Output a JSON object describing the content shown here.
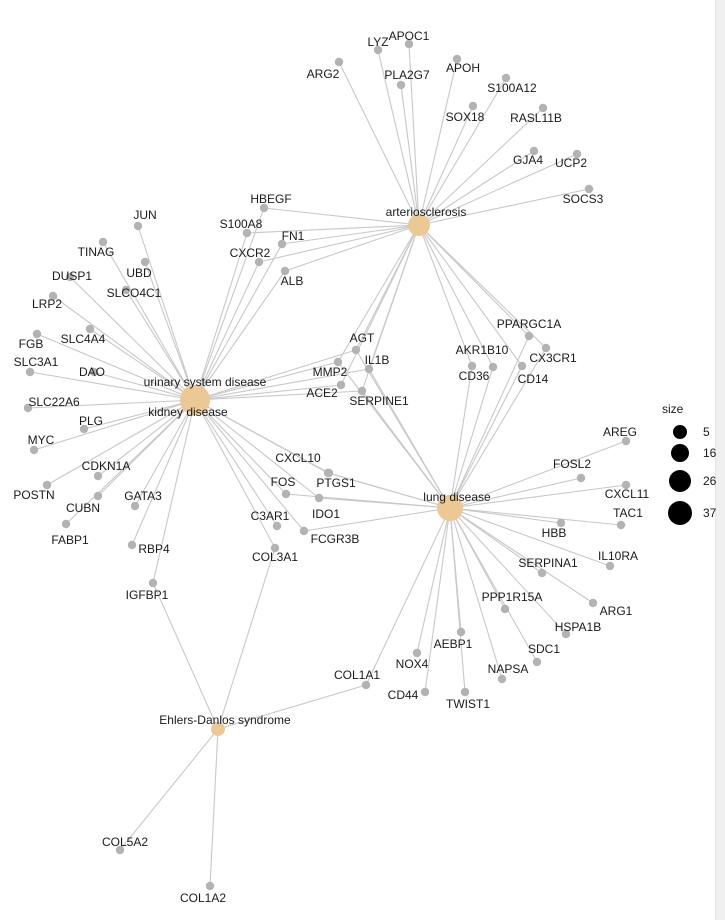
{
  "colors": {
    "edge": "#c8c8c8",
    "gene_node": "#b3b3b3",
    "category_node": "#ebc894",
    "legend_dot": "#000000",
    "label": "#1a1a1a"
  },
  "categories": [
    {
      "id": "kidney",
      "label": "kidney disease",
      "size": 37
    },
    {
      "id": "urinary",
      "label": "urinary system disease",
      "size": 37
    },
    {
      "id": "arterio",
      "label": "arteriosclerosis",
      "size": 21
    },
    {
      "id": "lung",
      "label": "lung disease",
      "size": 30
    },
    {
      "id": "ehlers",
      "label": "Ehlers-Danlos syndrome",
      "size": 5
    }
  ],
  "genes": [
    {
      "name": "LYZ"
    },
    {
      "name": "APOC1"
    },
    {
      "name": "ARG2"
    },
    {
      "name": "PLA2G7"
    },
    {
      "name": "APOH"
    },
    {
      "name": "S100A12"
    },
    {
      "name": "SOX18"
    },
    {
      "name": "RASL11B"
    },
    {
      "name": "GJA4"
    },
    {
      "name": "UCP2"
    },
    {
      "name": "SOCS3"
    },
    {
      "name": "HBEGF"
    },
    {
      "name": "S100A8"
    },
    {
      "name": "FN1"
    },
    {
      "name": "CXCR2"
    },
    {
      "name": "ALB"
    },
    {
      "name": "JUN"
    },
    {
      "name": "TINAG"
    },
    {
      "name": "UBD"
    },
    {
      "name": "DUSP1"
    },
    {
      "name": "SLCO4C1"
    },
    {
      "name": "LRP2"
    },
    {
      "name": "SLC4A4"
    },
    {
      "name": "FGB"
    },
    {
      "name": "SLC3A1"
    },
    {
      "name": "DAO"
    },
    {
      "name": "SLC22A6"
    },
    {
      "name": "PLG"
    },
    {
      "name": "MYC"
    },
    {
      "name": "CDKN1A"
    },
    {
      "name": "POSTN"
    },
    {
      "name": "CUBN"
    },
    {
      "name": "GATA3"
    },
    {
      "name": "FABP1"
    },
    {
      "name": "RBP4"
    },
    {
      "name": "IGFBP1"
    },
    {
      "name": "AGT"
    },
    {
      "name": "MMP2"
    },
    {
      "name": "IL1B"
    },
    {
      "name": "ACE2"
    },
    {
      "name": "SERPINE1"
    },
    {
      "name": "PPARGC1A"
    },
    {
      "name": "AKR1B10"
    },
    {
      "name": "CX3CR1"
    },
    {
      "name": "CD36"
    },
    {
      "name": "CD14"
    },
    {
      "name": "CXCL10"
    },
    {
      "name": "PTGS1"
    },
    {
      "name": "FOS"
    },
    {
      "name": "IDO1"
    },
    {
      "name": "C3AR1"
    },
    {
      "name": "FCGR3B"
    },
    {
      "name": "COL3A1"
    },
    {
      "name": "AREG"
    },
    {
      "name": "FOSL2"
    },
    {
      "name": "CXCL11"
    },
    {
      "name": "TAC1"
    },
    {
      "name": "HBB"
    },
    {
      "name": "SERPINA1"
    },
    {
      "name": "IL10RA"
    },
    {
      "name": "PPP1R15A"
    },
    {
      "name": "ARG1"
    },
    {
      "name": "HSPA1B"
    },
    {
      "name": "SDC1"
    },
    {
      "name": "AEBP1"
    },
    {
      "name": "NOX4"
    },
    {
      "name": "NAPSA"
    },
    {
      "name": "TWIST1"
    },
    {
      "name": "CD44"
    },
    {
      "name": "COL1A1"
    },
    {
      "name": "COL5A2"
    },
    {
      "name": "COL1A2"
    }
  ],
  "edges": [
    [
      "arterio",
      "LYZ"
    ],
    [
      "arterio",
      "APOC1"
    ],
    [
      "arterio",
      "ARG2"
    ],
    [
      "arterio",
      "PLA2G7"
    ],
    [
      "arterio",
      "APOH"
    ],
    [
      "arterio",
      "S100A12"
    ],
    [
      "arterio",
      "SOX18"
    ],
    [
      "arterio",
      "RASL11B"
    ],
    [
      "arterio",
      "GJA4"
    ],
    [
      "arterio",
      "UCP2"
    ],
    [
      "arterio",
      "SOCS3"
    ],
    [
      "arterio",
      "HBEGF"
    ],
    [
      "arterio",
      "S100A8"
    ],
    [
      "arterio",
      "FN1"
    ],
    [
      "arterio",
      "CXCR2"
    ],
    [
      "arterio",
      "ALB"
    ],
    [
      "arterio",
      "AGT"
    ],
    [
      "arterio",
      "MMP2"
    ],
    [
      "arterio",
      "IL1B"
    ],
    [
      "arterio",
      "ACE2"
    ],
    [
      "arterio",
      "SERPINE1"
    ],
    [
      "arterio",
      "PPARGC1A"
    ],
    [
      "arterio",
      "AKR1B10"
    ],
    [
      "arterio",
      "CX3CR1"
    ],
    [
      "arterio",
      "CD36"
    ],
    [
      "arterio",
      "CD14"
    ],
    [
      "kidney",
      "HBEGF"
    ],
    [
      "kidney",
      "S100A8"
    ],
    [
      "kidney",
      "FN1"
    ],
    [
      "kidney",
      "CXCR2"
    ],
    [
      "kidney",
      "ALB"
    ],
    [
      "kidney",
      "JUN"
    ],
    [
      "kidney",
      "TINAG"
    ],
    [
      "kidney",
      "UBD"
    ],
    [
      "kidney",
      "DUSP1"
    ],
    [
      "kidney",
      "SLCO4C1"
    ],
    [
      "kidney",
      "LRP2"
    ],
    [
      "kidney",
      "SLC4A4"
    ],
    [
      "kidney",
      "FGB"
    ],
    [
      "kidney",
      "SLC3A1"
    ],
    [
      "kidney",
      "DAO"
    ],
    [
      "kidney",
      "SLC22A6"
    ],
    [
      "kidney",
      "PLG"
    ],
    [
      "kidney",
      "MYC"
    ],
    [
      "kidney",
      "CDKN1A"
    ],
    [
      "kidney",
      "POSTN"
    ],
    [
      "kidney",
      "CUBN"
    ],
    [
      "kidney",
      "GATA3"
    ],
    [
      "kidney",
      "FABP1"
    ],
    [
      "kidney",
      "RBP4"
    ],
    [
      "kidney",
      "IGFBP1"
    ],
    [
      "kidney",
      "AGT"
    ],
    [
      "kidney",
      "MMP2"
    ],
    [
      "kidney",
      "IL1B"
    ],
    [
      "kidney",
      "ACE2"
    ],
    [
      "kidney",
      "SERPINE1"
    ],
    [
      "kidney",
      "CXCL10"
    ],
    [
      "kidney",
      "PTGS1"
    ],
    [
      "kidney",
      "FOS"
    ],
    [
      "kidney",
      "IDO1"
    ],
    [
      "kidney",
      "C3AR1"
    ],
    [
      "kidney",
      "FCGR3B"
    ],
    [
      "kidney",
      "COL3A1"
    ],
    [
      "lung",
      "AGT"
    ],
    [
      "lung",
      "MMP2"
    ],
    [
      "lung",
      "IL1B"
    ],
    [
      "lung",
      "SERPINE1"
    ],
    [
      "lung",
      "PPARGC1A"
    ],
    [
      "lung",
      "AKR1B10"
    ],
    [
      "lung",
      "CX3CR1"
    ],
    [
      "lung",
      "CD36"
    ],
    [
      "lung",
      "CD14"
    ],
    [
      "lung",
      "CXCL10"
    ],
    [
      "lung",
      "PTGS1"
    ],
    [
      "lung",
      "FOS"
    ],
    [
      "lung",
      "IDO1"
    ],
    [
      "lung",
      "FCGR3B"
    ],
    [
      "lung",
      "AREG"
    ],
    [
      "lung",
      "FOSL2"
    ],
    [
      "lung",
      "CXCL11"
    ],
    [
      "lung",
      "TAC1"
    ],
    [
      "lung",
      "HBB"
    ],
    [
      "lung",
      "SERPINA1"
    ],
    [
      "lung",
      "IL10RA"
    ],
    [
      "lung",
      "PPP1R15A"
    ],
    [
      "lung",
      "ARG1"
    ],
    [
      "lung",
      "HSPA1B"
    ],
    [
      "lung",
      "SDC1"
    ],
    [
      "lung",
      "AEBP1"
    ],
    [
      "lung",
      "NOX4"
    ],
    [
      "lung",
      "NAPSA"
    ],
    [
      "lung",
      "TWIST1"
    ],
    [
      "lung",
      "CD44"
    ],
    [
      "lung",
      "COL1A1"
    ],
    [
      "ehlers",
      "IGFBP1"
    ],
    [
      "ehlers",
      "COL3A1"
    ],
    [
      "ehlers",
      "COL1A1"
    ],
    [
      "ehlers",
      "COL5A2"
    ],
    [
      "ehlers",
      "COL1A2"
    ]
  ],
  "legend": {
    "title": "size",
    "entries": [
      {
        "label": "5",
        "value": 5
      },
      {
        "label": "16",
        "value": 16
      },
      {
        "label": "26",
        "value": 26
      },
      {
        "label": "37",
        "value": 37
      }
    ]
  }
}
